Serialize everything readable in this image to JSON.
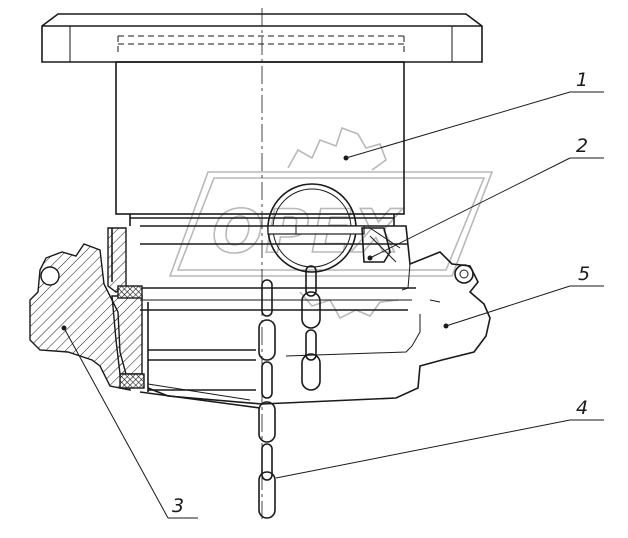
{
  "watermark": {
    "text": "OPEX"
  },
  "callouts": [
    {
      "id": "1",
      "label": "1"
    },
    {
      "id": "2",
      "label": "2"
    },
    {
      "id": "3",
      "label": "3"
    },
    {
      "id": "4",
      "label": "4"
    },
    {
      "id": "5",
      "label": "5"
    }
  ]
}
